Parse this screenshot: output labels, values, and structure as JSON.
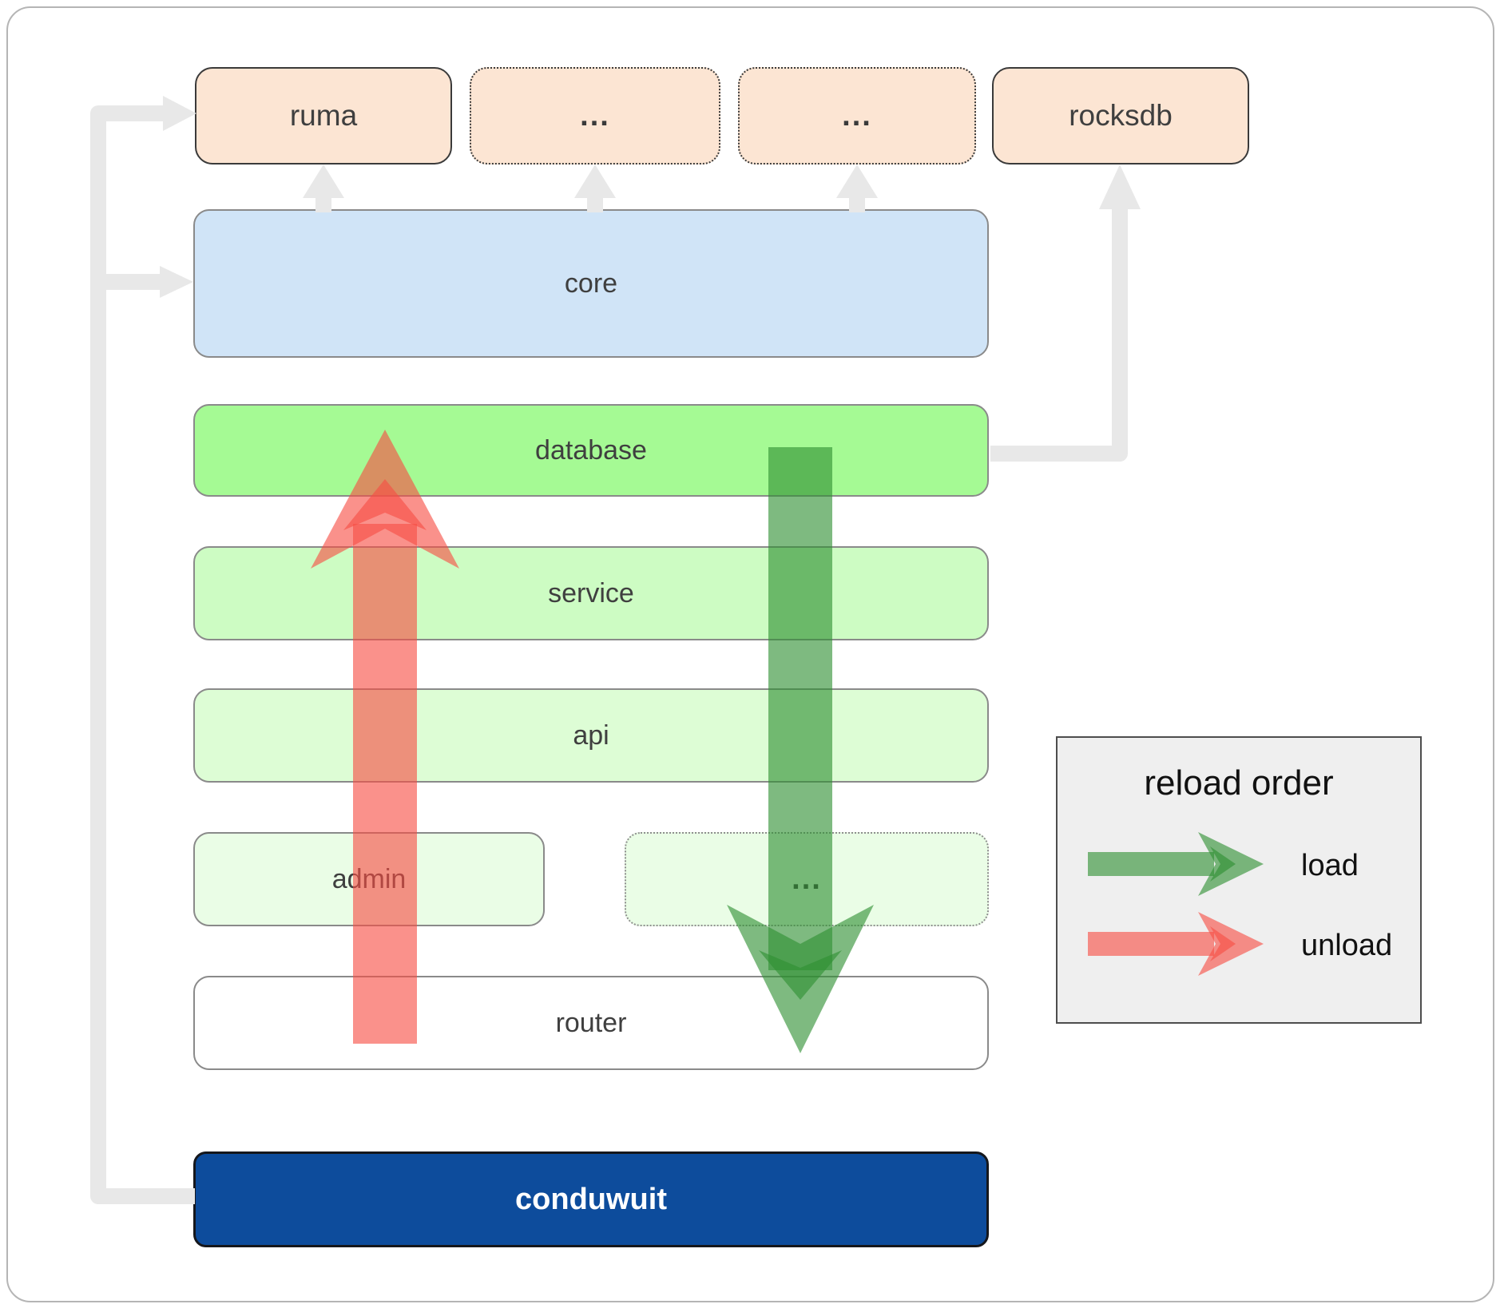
{
  "boxes": {
    "ruma": {
      "label": "ruma"
    },
    "deps_more_1": {
      "label": "..."
    },
    "deps_more_2": {
      "label": "..."
    },
    "rocksdb": {
      "label": "rocksdb"
    },
    "core": {
      "label": "core"
    },
    "database": {
      "label": "database"
    },
    "service": {
      "label": "service"
    },
    "api": {
      "label": "api"
    },
    "admin": {
      "label": "admin"
    },
    "services_more": {
      "label": "..."
    },
    "router": {
      "label": "router"
    },
    "conduwuit": {
      "label": "conduwuit"
    }
  },
  "legend": {
    "title": "reload order",
    "load_label": "load",
    "unload_label": "unload"
  },
  "palette": {
    "peach_fill": "#fce5d3",
    "core_blue": "#d0e4f7",
    "green_1": "#a5fa94",
    "green_2": "#cdfcc3",
    "green_3": "#ddfdd5",
    "green_4": "#eafde6",
    "navy": "#0d4c9c",
    "connector_gray": "#e8e8e8",
    "arrow_red": "rgba(247,77,68,0.62)",
    "arrow_green": "rgba(46,143,50,0.62)",
    "box_border_gray": "#8a8a8a",
    "dark_border": "#3a3a3a",
    "label_color": "#3f3f3f",
    "legend_bg": "#efefef"
  }
}
